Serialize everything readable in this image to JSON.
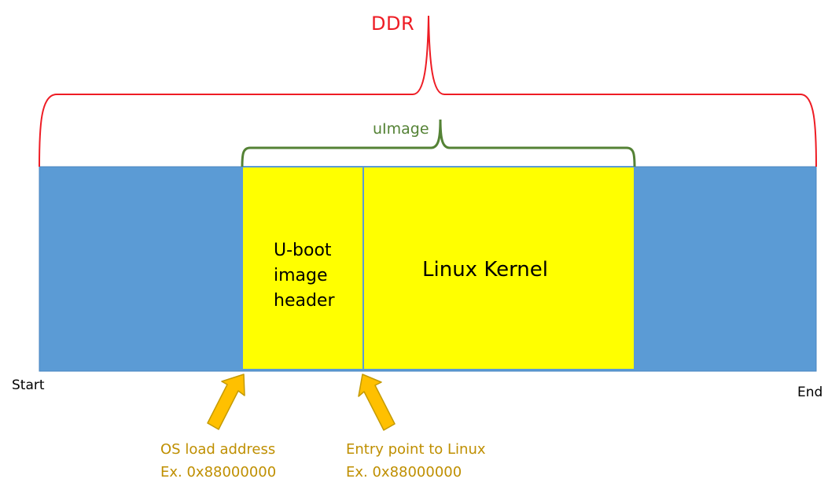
{
  "title": "DDR",
  "uimage_label": "uImage",
  "segments": {
    "uboot_header": [
      "U-boot",
      "image",
      "header"
    ],
    "linux_kernel": "Linux Kernel"
  },
  "ends": {
    "start": "Start",
    "end": "End"
  },
  "pointers": [
    {
      "name": "OS load address",
      "line1": "OS load address",
      "line2": "Ex. 0x88000000"
    },
    {
      "name": "Entry point to Linux",
      "line1": "Entry point to Linux",
      "line2": "Ex. 0x88000000"
    }
  ],
  "colors": {
    "memory_fill": "#5b9bd5",
    "memory_border": "#4a86c0",
    "image_fill": "#ffff00",
    "image_border": "#5b9bd5",
    "ddr_brace": "#ee1c24",
    "uimage_brace": "#548235",
    "arrow_fill": "#ffc000",
    "arrow_border": "#c49a00",
    "address_text": "#bf8f00",
    "text": "#000000"
  }
}
